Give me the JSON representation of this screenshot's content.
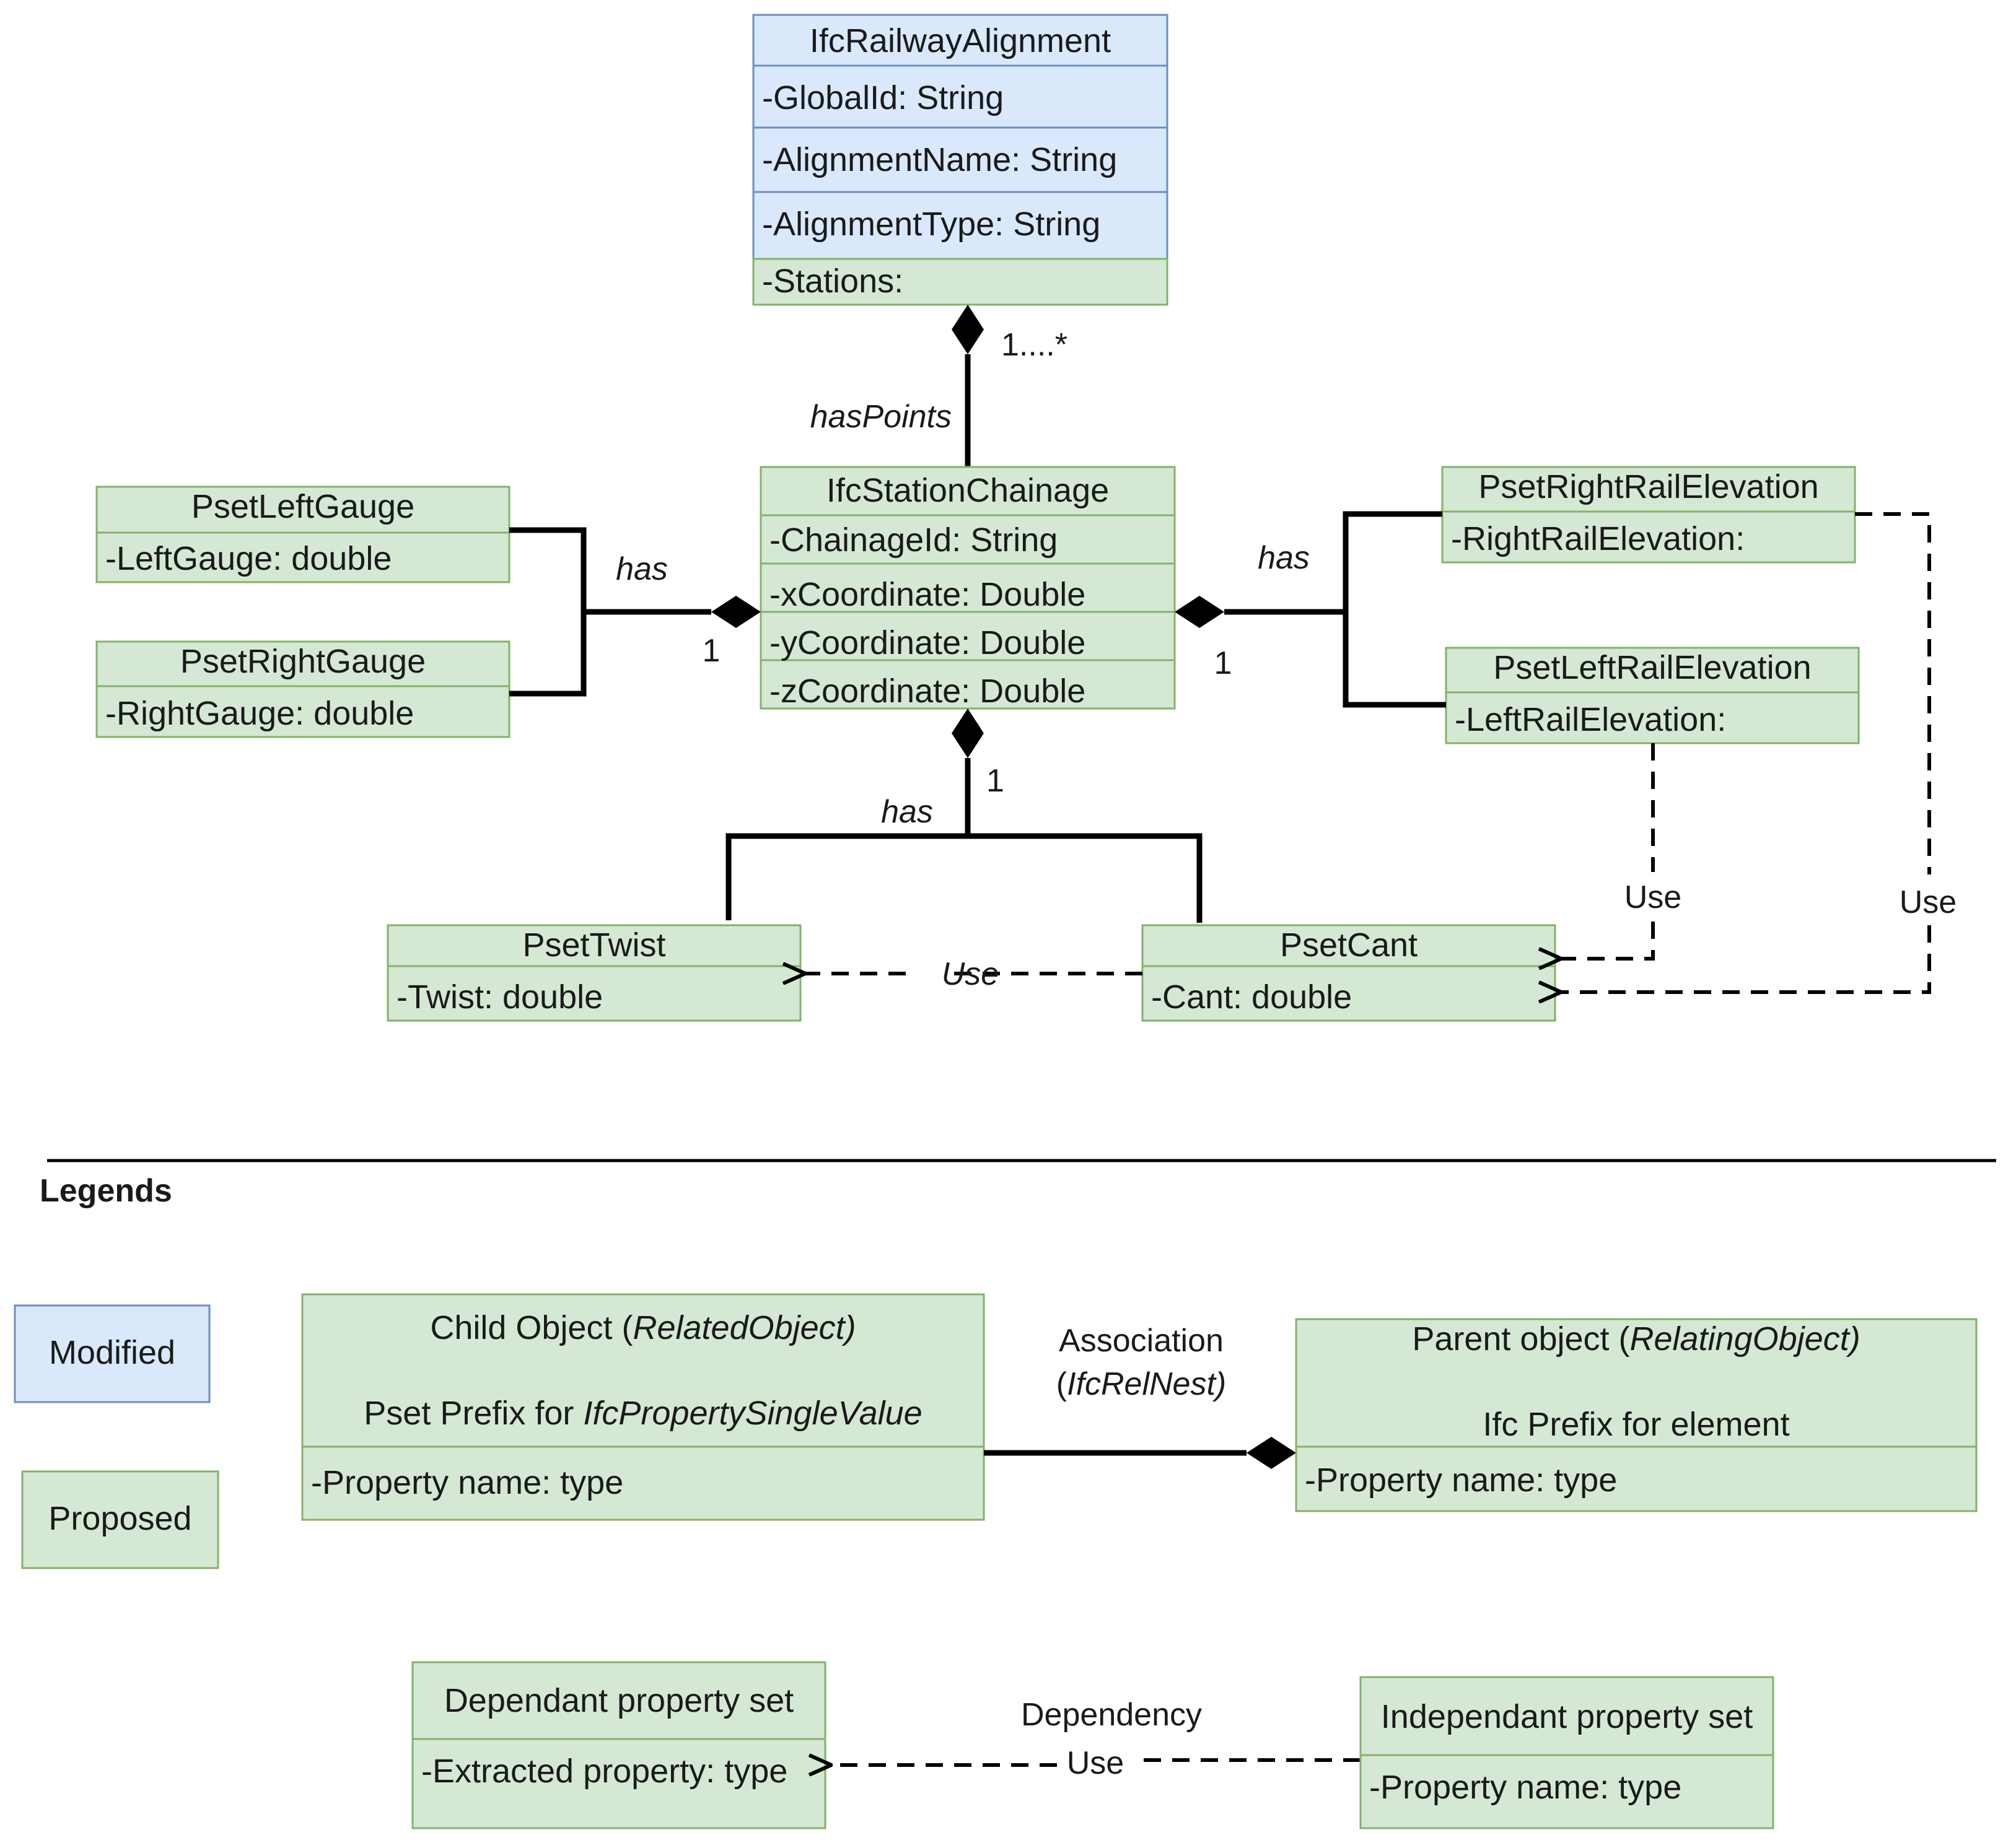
{
  "colors": {
    "modified_fill": "#dae8fc",
    "modified_stroke": "#6c8ebf",
    "proposed_fill": "#d5e8d4",
    "proposed_stroke": "#82b366",
    "line": "#000000"
  },
  "boxes": {
    "railway_alignment": {
      "title": "IfcRailwayAlignment",
      "attrs": [
        "-GlobalId: String",
        "-AlignmentName: String",
        "-AlignmentType: String"
      ],
      "extra_attr": "-Stations:"
    },
    "station_chainage": {
      "title": "IfcStationChainage",
      "attrs": [
        "-ChainageId: String",
        "-xCoordinate: Double",
        "-yCoordinate: Double",
        "-zCoordinate: Double"
      ]
    },
    "left_gauge": {
      "title": "PsetLeftGauge",
      "attr": "-LeftGauge: double"
    },
    "right_gauge": {
      "title": "PsetRightGauge",
      "attr": "-RightGauge: double"
    },
    "right_rail_elevation": {
      "title": "PsetRightRailElevation",
      "attr": "-RightRailElevation:"
    },
    "left_rail_elevation": {
      "title": "PsetLeftRailElevation",
      "attr": "-LeftRailElevation:"
    },
    "twist": {
      "title": "PsetTwist",
      "attr": "-Twist: double"
    },
    "cant": {
      "title": "PsetCant",
      "attr": "-Cant: double"
    }
  },
  "edges": {
    "has_points": "hasPoints",
    "multiplicity_many": "1....*",
    "has_left": "has",
    "has_right": "has",
    "has_bottom": "has",
    "one_left": "1",
    "one_right": "1",
    "one_bottom": "1",
    "use_twist": "Use",
    "use_left_elev": "Use",
    "use_right_elev": "Use"
  },
  "legend": {
    "title": "Legends",
    "modified": "Modified",
    "proposed": "Proposed",
    "child_line1_plain": "Child Object (",
    "child_line1_italic": "RelatedObject)",
    "child_line2_plain": "Pset Prefix for ",
    "child_line2_italic": "IfcPropertySingleValue",
    "child_attr": "-Property name: type",
    "association_line1": "Association",
    "association_line2_open": "(",
    "association_line2_italic": "IfcRelNest)",
    "parent_line1_plain": "Parent object (",
    "parent_line1_italic": "RelatingObject)",
    "parent_line2": "Ifc Prefix for element",
    "parent_attr": "-Property name: type",
    "dependant_title": "Dependant property set",
    "dependant_attr": "-Extracted property: type",
    "dependency_label": "Dependency",
    "dependency_use": "Use",
    "independant_title": "Independant property set",
    "independant_attr": "-Property name: type"
  }
}
